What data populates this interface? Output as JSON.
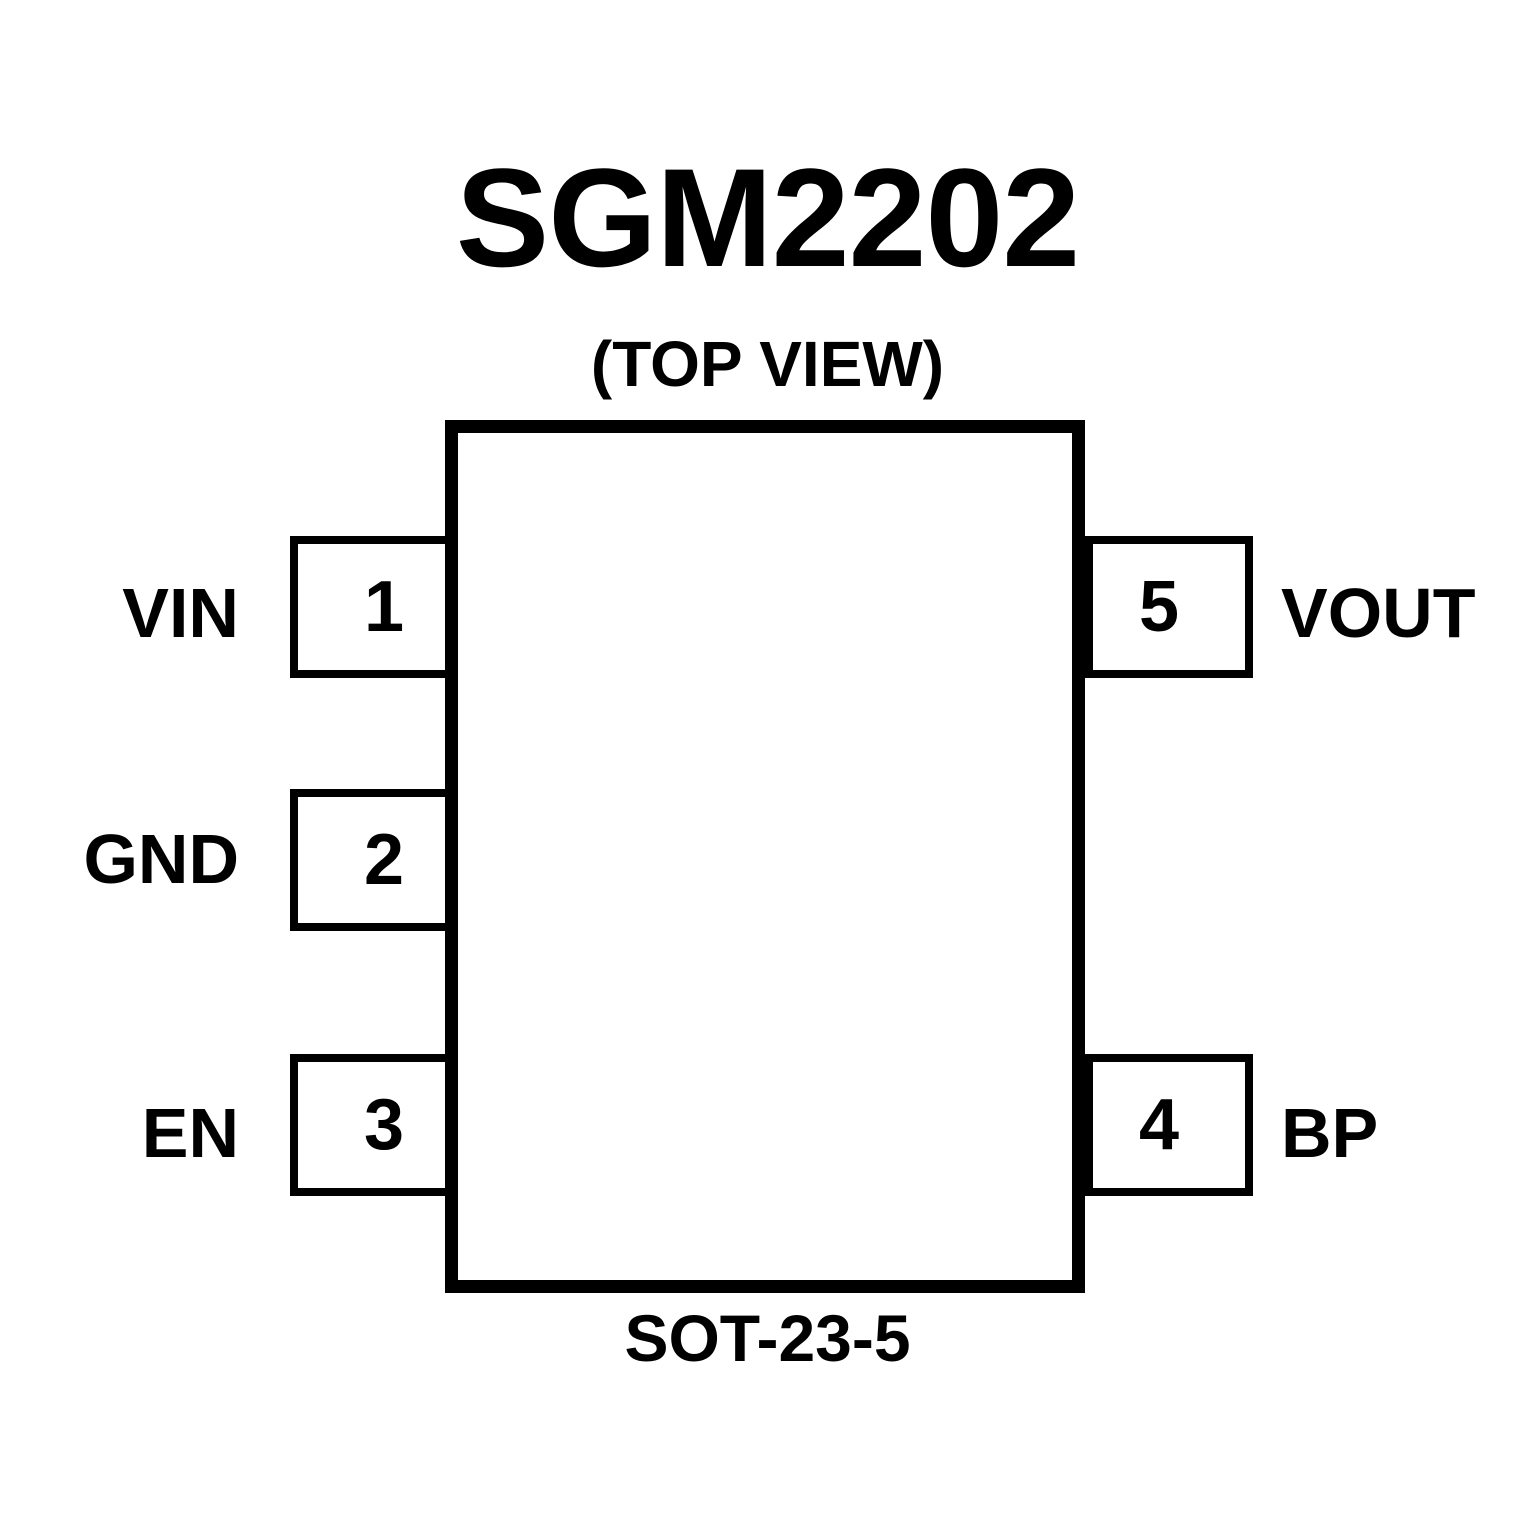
{
  "diagram": {
    "title": "SGM2202",
    "view_note": "(TOP VIEW)",
    "package": "SOT-23-5",
    "colors": {
      "outline": "#000000",
      "background": "#ffffff",
      "text": "#000000"
    },
    "pins": {
      "left": [
        {
          "number": "1",
          "name": "VIN"
        },
        {
          "number": "2",
          "name": "GND"
        },
        {
          "number": "3",
          "name": "EN"
        }
      ],
      "right": [
        {
          "number": "5",
          "name": "VOUT"
        },
        {
          "number": "4",
          "name": "BP"
        }
      ]
    }
  }
}
